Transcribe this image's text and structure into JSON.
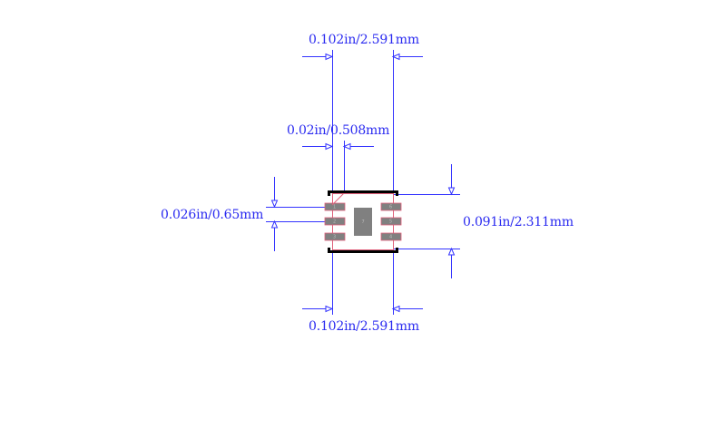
{
  "diagram": {
    "type": "ic-footprint-dimension-drawing",
    "colors": {
      "dimension_line": "#3333ff",
      "dimension_text": "#2a2af0",
      "body_outline": "#000000",
      "courtyard": "#e0607a",
      "pad_fill": "#808080",
      "background": "#ffffff"
    },
    "dimensions": {
      "top_width": "0.102in/2.591mm",
      "pad_width": "0.02in/0.508mm",
      "pitch": "0.026in/0.65mm",
      "body_height": "0.091in/2.311mm",
      "bottom_width": "0.102in/2.591mm"
    },
    "pads": [
      {
        "number": "1",
        "side": "left"
      },
      {
        "number": "2",
        "side": "left"
      },
      {
        "number": "3",
        "side": "left"
      },
      {
        "number": "4",
        "side": "right"
      },
      {
        "number": "5",
        "side": "right"
      },
      {
        "number": "6",
        "side": "right"
      },
      {
        "number": "7",
        "side": "center",
        "type": "exposed-pad"
      }
    ]
  }
}
